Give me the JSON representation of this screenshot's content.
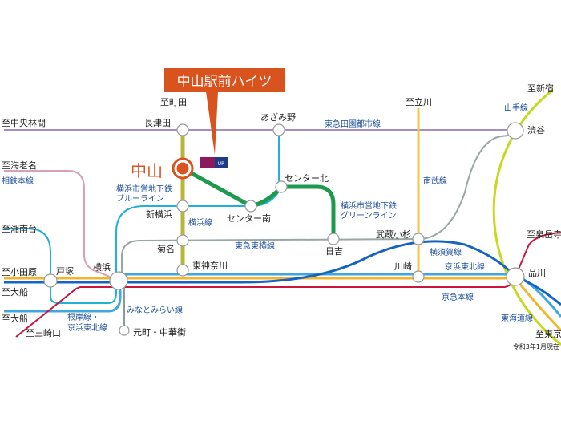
{
  "callout": {
    "title": "中山駅前ハイツ",
    "color": "#d9531e"
  },
  "logo": {
    "text": "UR"
  },
  "main_station": "中山",
  "stations": {
    "nagatsuta": "長津田",
    "azamino": "あざみ野",
    "shibuya": "渋谷",
    "center_kita": "センター北",
    "center_minami": "センター南",
    "shin_yokohama": "新横浜",
    "kikuna": "菊名",
    "hiyoshi": "日吉",
    "musashikosugi": "武蔵小杉",
    "higashikanagawa": "東神奈川",
    "totsuka": "戸塚",
    "yokohama": "横浜",
    "kawasaki": "川崎",
    "shinagawa": "品川",
    "motomachi": "元町・中華街"
  },
  "directions": {
    "machida": "至町田",
    "chuorinkan": "至中央林間",
    "ebina": "至海老名",
    "shonandai": "至湘南台",
    "odawara": "至小田原",
    "ofuna1": "至大船",
    "ofuna2": "至大船",
    "misakiguchi": "至三崎口",
    "tachikawa": "至立川",
    "shinjuku": "至新宿",
    "sengakuji": "至泉岳寺",
    "tokyo": "至東京"
  },
  "lines": {
    "denentoshi": "東急田園都市線",
    "sotetsu": "相鉄本線",
    "blue": "横浜市営地下鉄\nブルーライン",
    "blue1": "横浜市営地下鉄",
    "blue2": "ブルーライン",
    "yokohama": "横浜線",
    "toyoko": "東急東横線",
    "green1": "横浜市営地下鉄",
    "green2": "グリーンライン",
    "nambu": "南武線",
    "yamanote": "山手線",
    "yokosuka": "横須賀線",
    "keihintohoku": "京浜東北線",
    "keikyu": "京急本線",
    "tokaido": "東海道線",
    "minatomirai": "みなとみらい線",
    "negishi1": "根岸線・",
    "negishi2": "京浜東北線"
  },
  "note": "令和3年1月現在"
}
